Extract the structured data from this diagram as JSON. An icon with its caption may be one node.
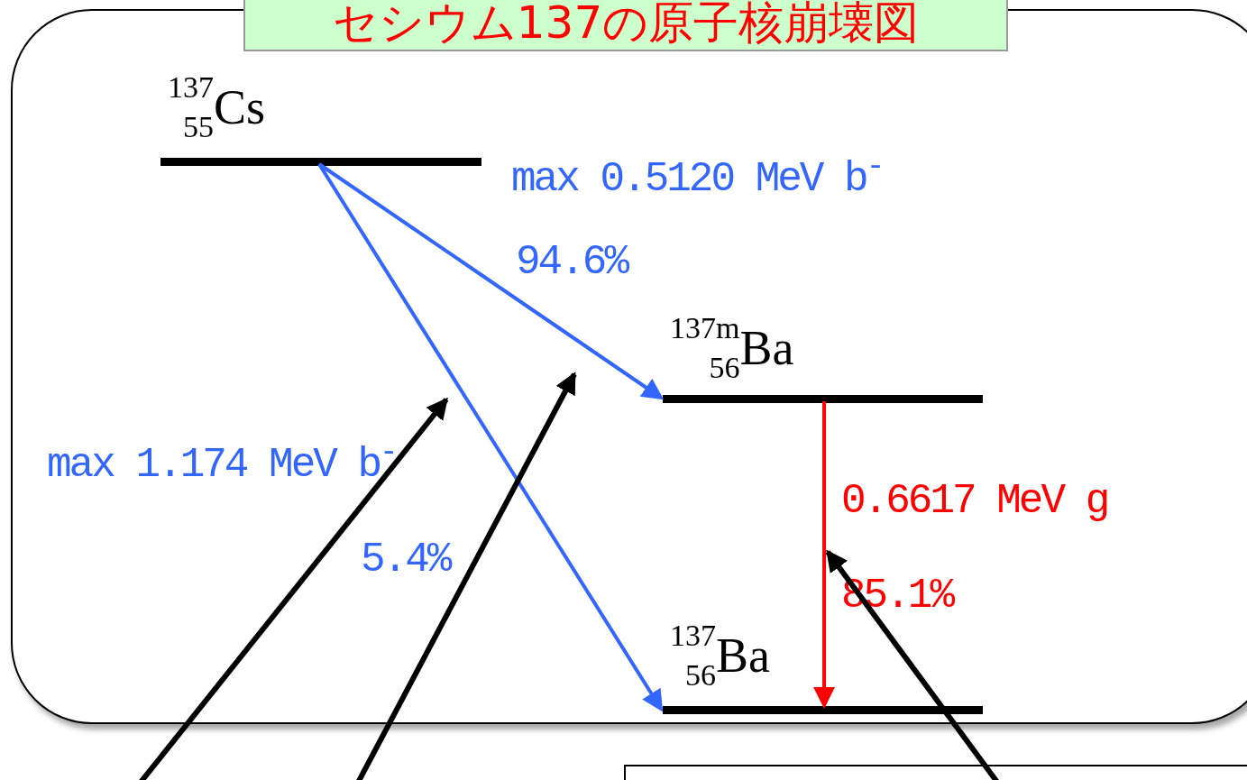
{
  "diagram": {
    "title": "セシウム137の原子核崩壊図",
    "nodes": [
      {
        "text": [],
        "shape": "box"
      },
      {
        "text": [
          "137",
          "55",
          "Cs"
        ],
        "in": 0
      },
      {
        "text": [
          "137m",
          "56",
          "Ba"
        ],
        "in": 0
      },
      {
        "text": [
          "137",
          "56",
          "Ba"
        ],
        "in": 0
      },
      {
        "text": [],
        "shape": "box"
      }
    ],
    "edges": [
      {
        "from": 1,
        "to": 2,
        "arrow": "to",
        "color": "#3366ff"
      },
      {
        "from": 1,
        "to": 3,
        "arrow": "to",
        "color": "#3366ff"
      },
      {
        "from": 2,
        "to": 3,
        "arrow": "to",
        "color": "#ff0000"
      }
    ],
    "labels": [
      "max 0.5120 MeV b$^{-}$",
      "94.6%",
      "max 1.174 MeV b$^{-}$",
      "5.4%",
      "0.6617 MeV g",
      "85.1%"
    ]
  }
}
